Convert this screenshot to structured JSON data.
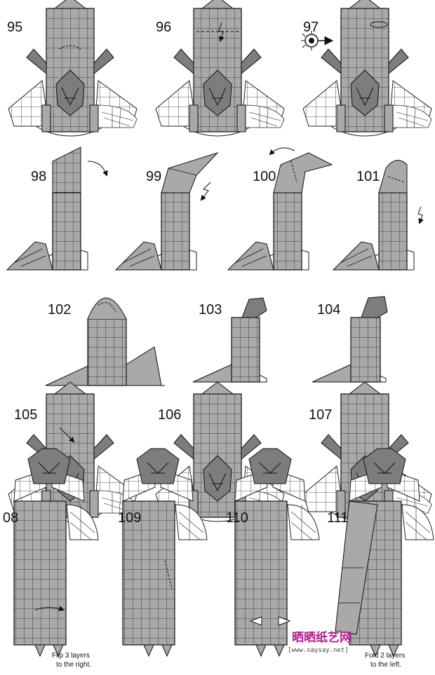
{
  "steps": {
    "s95": "95",
    "s96": "96",
    "s97": "97",
    "s98": "98",
    "s99": "99",
    "s100": "100",
    "s101": "101",
    "s102": "102",
    "s103": "103",
    "s104": "104",
    "s105": "105",
    "s106": "106",
    "s107": "107",
    "s108": "08",
    "s109": "109",
    "s110": "110",
    "s111": "111"
  },
  "captions": {
    "flip_line1": "Flip 3 layers",
    "flip_line2": "to the right.",
    "fold_line1": "Fold 2 layers",
    "fold_line2": "to the left."
  },
  "watermark": {
    "title": "晒晒纸艺网",
    "url": "[www.saysay.net]"
  },
  "colors": {
    "paper_gray": "#a9a9a9",
    "paper_dark": "#7d7d7d",
    "outline": "#1a1a1a",
    "watermark": "#b02090"
  }
}
